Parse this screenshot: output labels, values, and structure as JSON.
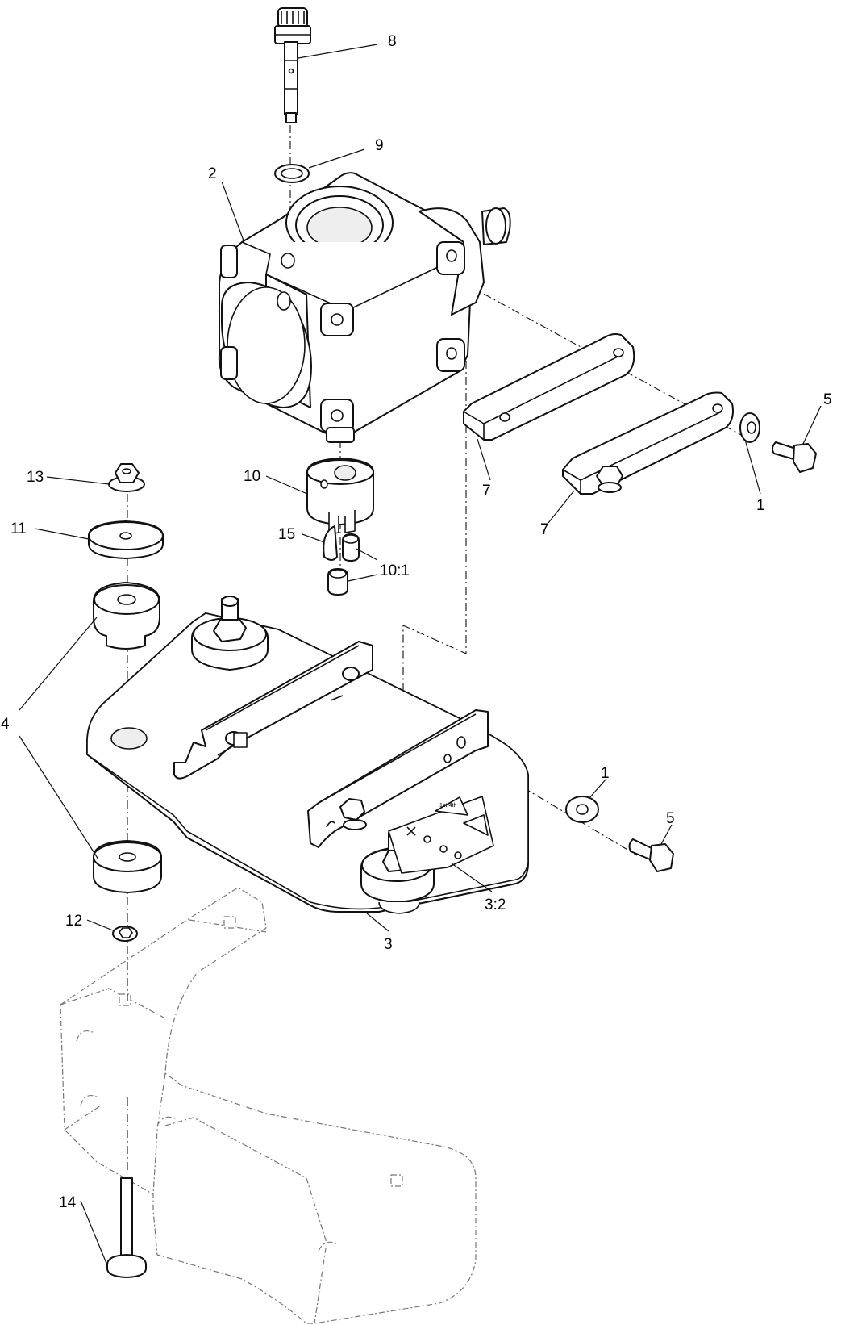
{
  "callouts": {
    "c1a": "1",
    "c1b": "1",
    "c2": "2",
    "c3": "3",
    "c3_2": "3:2",
    "c4": "4",
    "c5a": "5",
    "c5b": "5",
    "c7a": "7",
    "c7b": "7",
    "c8": "8",
    "c9": "9",
    "c10": "10",
    "c10_1": "10:1",
    "c11": "11",
    "c12": "12",
    "c13": "13",
    "c14": "14",
    "c15": "15"
  },
  "decal": {
    "text": "1st-4th"
  },
  "colors": {
    "line": "#111111",
    "ghost": "#777777",
    "background": "#ffffff"
  }
}
